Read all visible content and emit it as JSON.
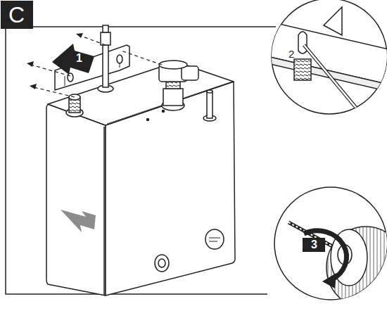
{
  "diagram": {
    "labels": [
      "C",
      "1",
      "2",
      "3"
    ]
  }
}
